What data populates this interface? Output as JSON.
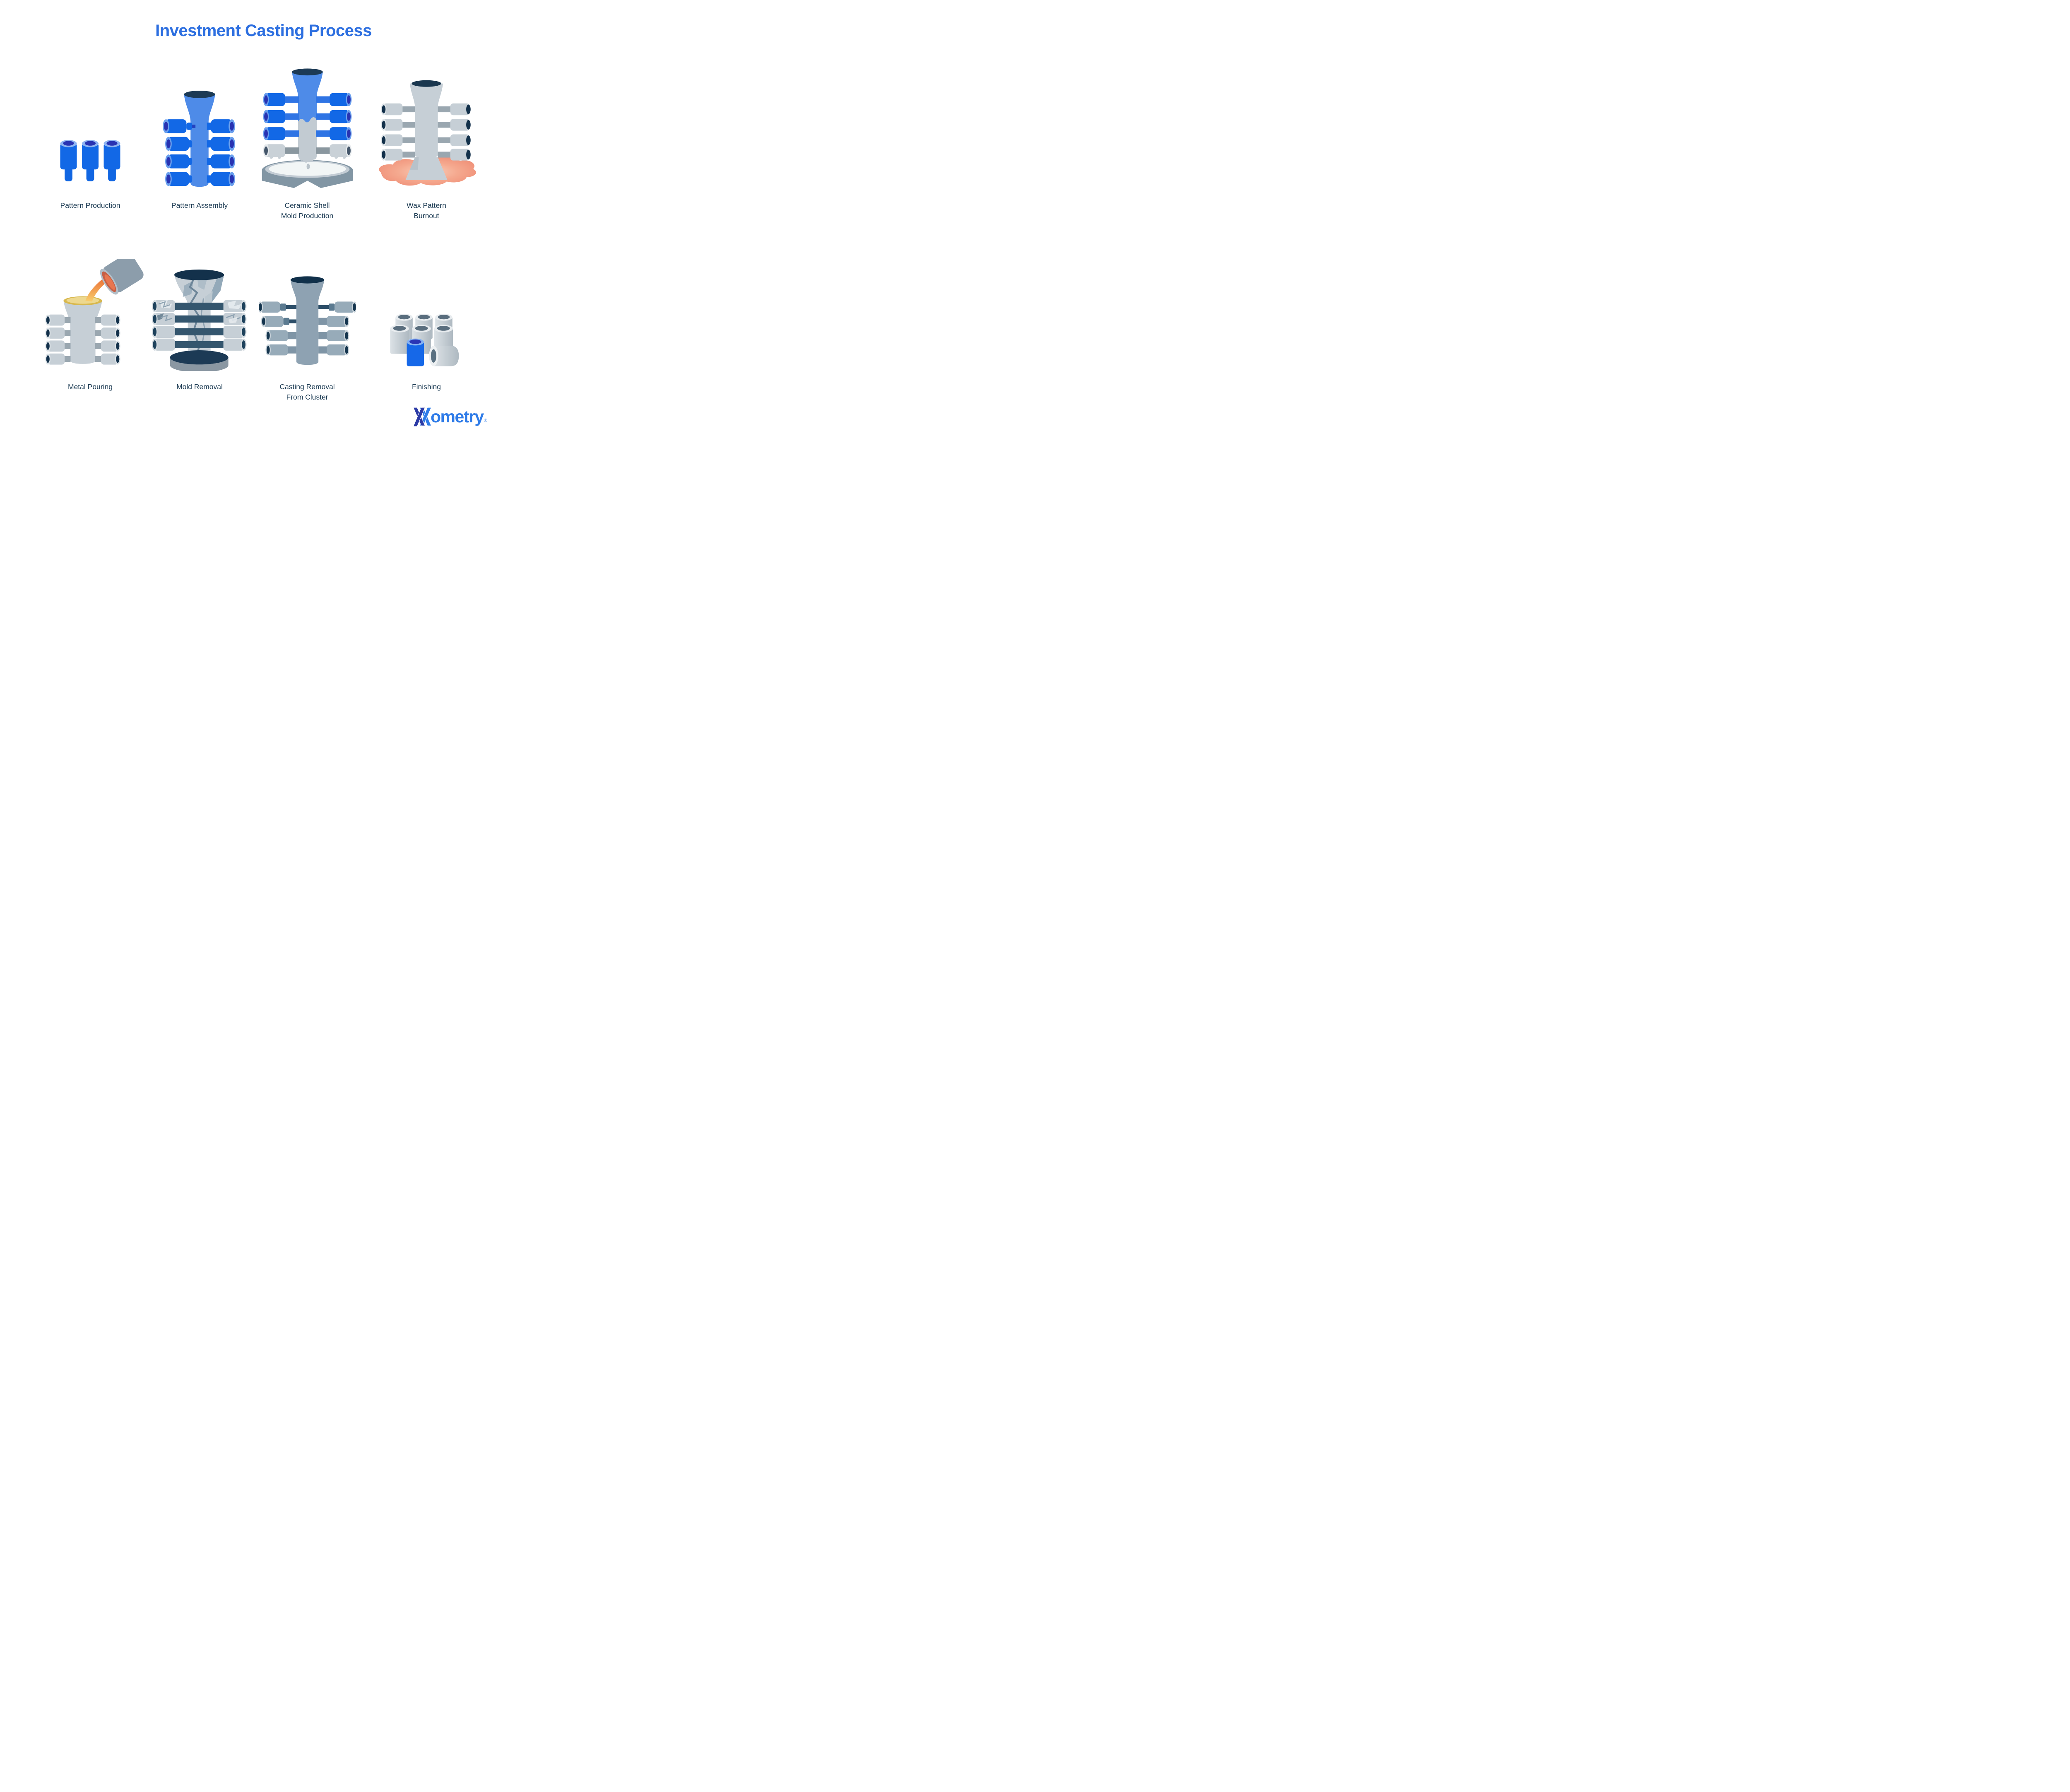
{
  "title": "Investment Casting Process",
  "steps": [
    {
      "id": "pattern-production",
      "label_lines": [
        "Pattern Production"
      ]
    },
    {
      "id": "pattern-assembly",
      "label_lines": [
        "Pattern Assembly"
      ]
    },
    {
      "id": "ceramic-shell-mold-production",
      "label_lines": [
        "Ceramic Shell",
        "Mold Production"
      ]
    },
    {
      "id": "wax-pattern-burnout",
      "label_lines": [
        "Wax Pattern",
        "Burnout"
      ]
    },
    {
      "id": "metal-pouring",
      "label_lines": [
        "Metal Pouring"
      ]
    },
    {
      "id": "mold-removal",
      "label_lines": [
        "Mold Removal"
      ]
    },
    {
      "id": "casting-removal-from-cluster",
      "label_lines": [
        "Casting Removal",
        "From Cluster"
      ]
    },
    {
      "id": "finishing",
      "label_lines": [
        "Finishing"
      ]
    }
  ],
  "logo": {
    "icon": "xometry-x-icon",
    "wordmark": "ometry",
    "registered_mark": "®"
  },
  "colors": {
    "title_blue": "#2D6FE0",
    "label_navy": "#1B3A52",
    "wax_blue": "#1268E6",
    "wax_blue_rim": "#8FB5F2",
    "wax_blue_inner": "#2833B2",
    "sprue_blue": "#4E8BE8",
    "opening_navy": "#1C3A55",
    "ceramic_gray": "#C6CFD6",
    "stem_gray": "#9AA7B0",
    "steel_blue_gray": "#8EA2B2",
    "slate_bar": "#34566E",
    "vat_gray": "#8296A4",
    "slurry_white": "#F2F6F6",
    "wax_puddle_pink": "#EF8C74",
    "molten_orange": "#E96230",
    "molten_gold": "#EDD88F",
    "crucible_gray": "#8C9DAB",
    "logo_dark_blue": "#2B3AA6",
    "logo_blue": "#2E7BE8"
  }
}
